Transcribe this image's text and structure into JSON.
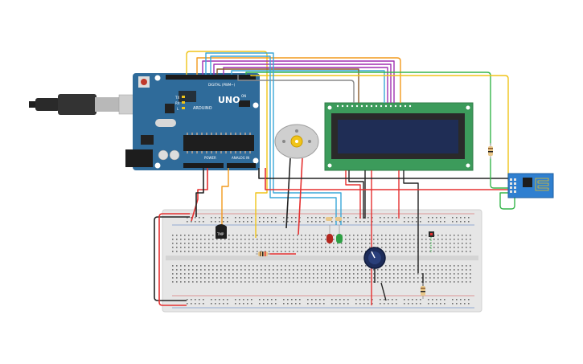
{
  "colors": {
    "background": "#ffffff",
    "arduino_board": "#2f6b9a",
    "breadboard": "#e6e6e6",
    "lcd_pcb": "#3c9b5b",
    "lcd_screen": "#1f2d55",
    "wire_red": "#e53030",
    "wire_black": "#222222",
    "wire_orange": "#f29a1d",
    "wire_yellow": "#f0c419",
    "wire_green": "#35b54a",
    "wire_blue": "#3aa7d8",
    "wire_purple": "#a02fb0",
    "wire_gray": "#888888",
    "wire_brown": "#8a5a2b"
  },
  "arduino": {
    "logo": "UNO",
    "brand": "ARDUINO",
    "header_digital": "DIGITAL (PWM~)",
    "header_power": "POWER",
    "header_analog": "ANALOG IN",
    "label_tx": "TX",
    "label_rx": "RX",
    "label_l": "L",
    "label_on": "ON"
  },
  "sensor": {
    "label": "TMP"
  }
}
